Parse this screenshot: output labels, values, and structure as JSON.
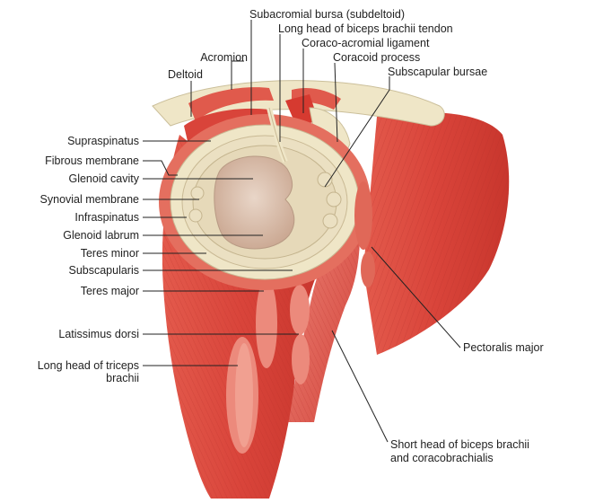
{
  "labels": {
    "subacromial_bursa": "Subacromial bursa (subdeltoid)",
    "long_head_biceps_tendon": "Long head of biceps brachii tendon",
    "coraco_acromial_ligament": "Coraco-acromial ligament",
    "acromion": "Acromion",
    "coracoid_process": "Coracoid process",
    "deltoid": "Deltoid",
    "subscapular_bursae": "Subscapular bursae",
    "supraspinatus": "Supraspinatus",
    "fibrous_membrane": "Fibrous membrane",
    "glenoid_cavity": "Glenoid cavity",
    "synovial_membrane": "Synovial membrane",
    "infraspinatus": "Infraspinatus",
    "glenoid_labrum": "Glenoid labrum",
    "teres_minor": "Teres minor",
    "subscapularis": "Subscapularis",
    "teres_major": "Teres major",
    "latissimus_dorsi": "Latissimus dorsi",
    "long_head_triceps_line1": "Long head of triceps",
    "long_head_triceps_line2": "brachii",
    "pectoralis_major": "Pectoralis major",
    "short_head_biceps_line1": "Short head of biceps brachii",
    "short_head_biceps_line2": "and coracobrachialis"
  },
  "colors": {
    "muscle": "#d9443a",
    "muscle_light": "#ee8a7a",
    "muscle_dark": "#b8281f",
    "bone": "#efe6c7",
    "cartilage": "#e8ddc0",
    "cavity": "#d8bfae",
    "leader_line": "#222222"
  }
}
